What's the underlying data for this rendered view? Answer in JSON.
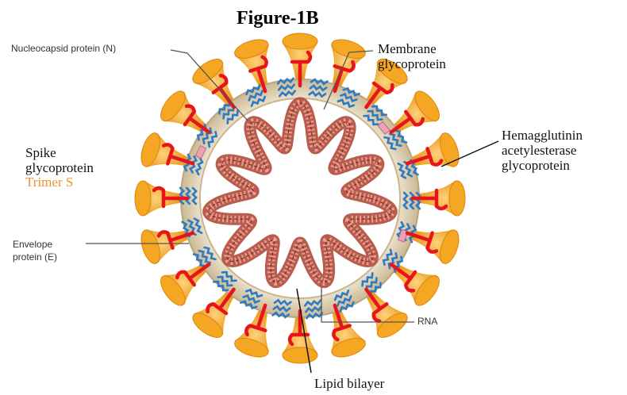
{
  "figure": {
    "title": "Figure-1B",
    "labels": {
      "nucleocapsid": "Nucleocapsid protein (N)",
      "membrane_1": "Membrane",
      "membrane_2": "glycoprotein",
      "hemagglutinin_1": "Hemagglutinin",
      "hemagglutinin_2": "acetylesterase",
      "hemagglutinin_3": "glycoprotein",
      "spike_1": "Spike",
      "spike_2": "glycoprotein",
      "trimer": "Trimer S",
      "envelope_1": "Envelope",
      "envelope_2": "protein (E)",
      "rna": "RNA",
      "lipid": "Lipid bilayer"
    },
    "colors": {
      "spike": "#f5a623",
      "hemagglutinin": "#e8141c",
      "membrane": "#2b7bc4",
      "envelope_ring": "#d8c8a8",
      "rna": "#b04a3a",
      "trimer_text": "#f0932b",
      "leader": "#555555"
    }
  }
}
